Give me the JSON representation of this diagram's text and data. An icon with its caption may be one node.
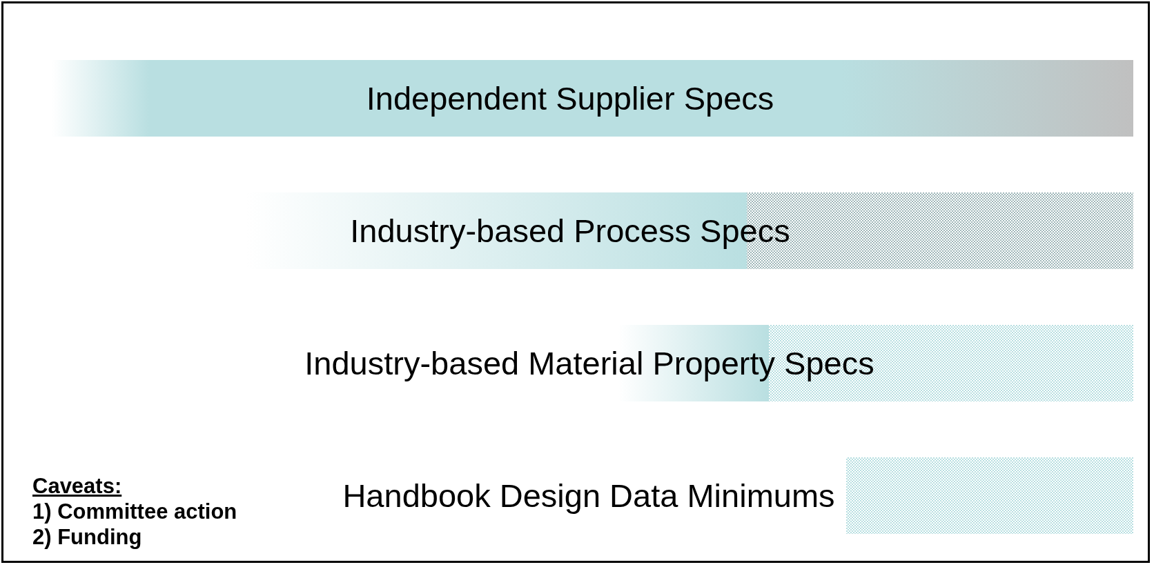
{
  "diagram": {
    "nodes": [
      {
        "text": [
          "Independent Supplier Specs"
        ]
      },
      {
        "text": [
          "Industry-based Process Specs"
        ]
      },
      {
        "text": [
          "Industry-based Material Property Specs"
        ]
      },
      {
        "text": [
          "Handbook Design Data Minimums"
        ]
      }
    ],
    "labels": [
      "Caveats:",
      "1) Committee action",
      "2) Funding"
    ]
  }
}
